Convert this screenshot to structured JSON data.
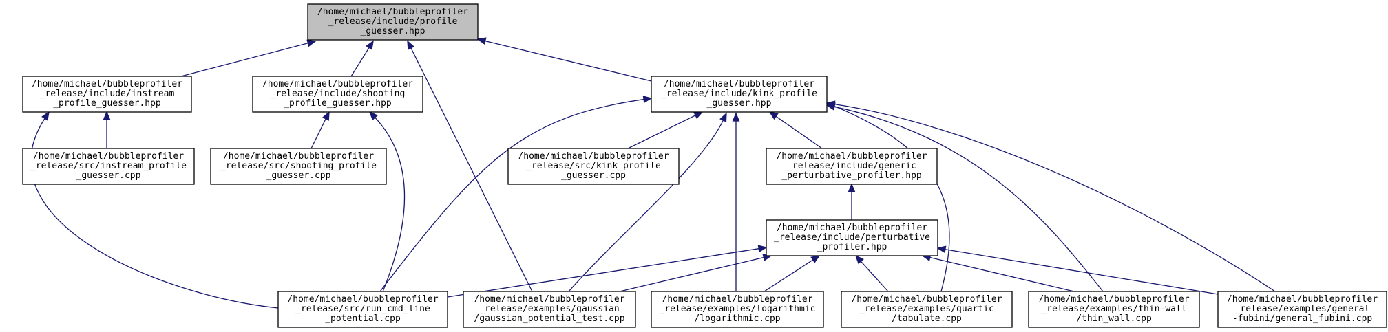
{
  "diagram": {
    "type": "include-dependency-graph",
    "colors": {
      "edge": "#191970",
      "root_fill": "#bfbfbf",
      "node_fill": "#ffffff",
      "border": "#000000"
    },
    "nodes": {
      "root": [
        "/home/michael/bubbleprofiler",
        "_release/include/profile",
        "_guesser.hpp"
      ],
      "instream_hpp": [
        "/home/michael/bubbleprofiler",
        "_release/include/instream",
        "_profile_guesser.hpp"
      ],
      "shooting_hpp": [
        "/home/michael/bubbleprofiler",
        "_release/include/shooting",
        "_profile_guesser.hpp"
      ],
      "kink_hpp": [
        "/home/michael/bubbleprofiler",
        "_release/include/kink_profile",
        "_guesser.hpp"
      ],
      "instream_cpp": [
        "/home/michael/bubbleprofiler",
        "_release/src/instream_profile",
        "_guesser.cpp"
      ],
      "shooting_cpp": [
        "/home/michael/bubbleprofiler",
        "_release/src/shooting_profile",
        "_guesser.cpp"
      ],
      "kink_cpp": [
        "/home/michael/bubbleprofiler",
        "_release/src/kink_profile",
        "_guesser.cpp"
      ],
      "generic_hpp": [
        "/home/michael/bubbleprofiler",
        "_release/include/generic",
        "_perturbative_profiler.hpp"
      ],
      "perturbative_hpp": [
        "/home/michael/bubbleprofiler",
        "_release/include/perturbative",
        "_profiler.hpp"
      ],
      "run_cmd": [
        "/home/michael/bubbleprofiler",
        "_release/src/run_cmd_line",
        "_potential.cpp"
      ],
      "gaussian": [
        "/home/michael/bubbleprofiler",
        "_release/examples/gaussian",
        "/gaussian_potential_test.cpp"
      ],
      "logarithmic": [
        "/home/michael/bubbleprofiler",
        "_release/examples/logarithmic",
        "/logarithmic.cpp"
      ],
      "quartic": [
        "/home/michael/bubbleprofiler",
        "_release/examples/quartic",
        "/tabulate.cpp"
      ],
      "thinwall": [
        "/home/michael/bubbleprofiler",
        "_release/examples/thin-wall",
        "/thin_wall.cpp"
      ],
      "fubini": [
        "/home/michael/bubbleprofiler",
        "_release/examples/general",
        "-fubini/general_fubini.cpp"
      ]
    },
    "edges": [
      [
        "instream_hpp",
        "root"
      ],
      [
        "shooting_hpp",
        "root"
      ],
      [
        "kink_hpp",
        "root"
      ],
      [
        "gaussian",
        "root"
      ],
      [
        "instream_cpp",
        "instream_hpp"
      ],
      [
        "run_cmd",
        "instream_hpp"
      ],
      [
        "shooting_cpp",
        "shooting_hpp"
      ],
      [
        "run_cmd",
        "shooting_hpp"
      ],
      [
        "run_cmd",
        "kink_hpp"
      ],
      [
        "kink_cpp",
        "kink_hpp"
      ],
      [
        "generic_hpp",
        "kink_hpp"
      ],
      [
        "gaussian",
        "kink_hpp"
      ],
      [
        "logarithmic",
        "kink_hpp"
      ],
      [
        "quartic",
        "kink_hpp"
      ],
      [
        "thinwall",
        "kink_hpp"
      ],
      [
        "fubini",
        "kink_hpp"
      ],
      [
        "perturbative_hpp",
        "generic_hpp"
      ],
      [
        "run_cmd",
        "perturbative_hpp"
      ],
      [
        "gaussian",
        "perturbative_hpp"
      ],
      [
        "logarithmic",
        "perturbative_hpp"
      ],
      [
        "quartic",
        "perturbative_hpp"
      ],
      [
        "thinwall",
        "perturbative_hpp"
      ],
      [
        "fubini",
        "perturbative_hpp"
      ]
    ]
  }
}
